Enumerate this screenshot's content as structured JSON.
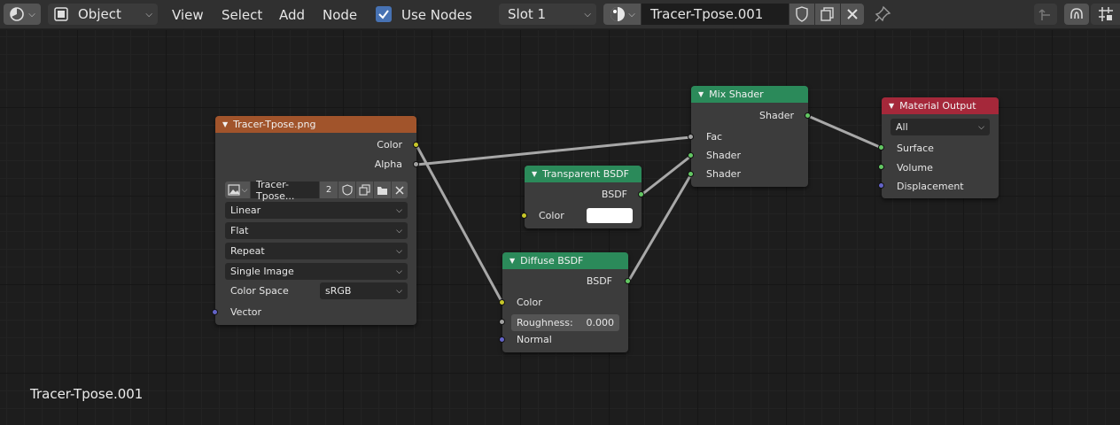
{
  "colors": {
    "image_texture_header": "#a1542b",
    "shader_header": "#2b8a5a",
    "output_header": "#a5283a",
    "socket_color": "#c7c729",
    "socket_shader": "#63c763",
    "socket_vector": "#6363c7",
    "socket_float": "#a1a1a1",
    "link": "#b8b8b8"
  },
  "header": {
    "editor_type_icon": "node-editor-icon",
    "mode_label": "Object",
    "menus": [
      "View",
      "Select",
      "Add",
      "Node"
    ],
    "use_nodes_label": "Use Nodes",
    "use_nodes_checked": true,
    "slot_label": "Slot 1",
    "material_name": "Tracer-Tpose.001"
  },
  "nodes": {
    "image": {
      "title": "Tracer-Tpose.png",
      "out_color": "Color",
      "out_alpha": "Alpha",
      "image_name": "Tracer-Tpose...",
      "users": "2",
      "interpolation": "Linear",
      "projection": "Flat",
      "extension": "Repeat",
      "source": "Single Image",
      "color_space_label": "Color Space",
      "color_space_value": "sRGB",
      "in_vector": "Vector"
    },
    "transparent": {
      "title": "Transparent BSDF",
      "out_bsdf": "BSDF",
      "in_color": "Color",
      "swatch_color": "#ffffff"
    },
    "diffuse": {
      "title": "Diffuse BSDF",
      "out_bsdf": "BSDF",
      "in_color": "Color",
      "roughness_label": "Roughness:",
      "roughness_value": "0.000",
      "in_normal": "Normal"
    },
    "mix": {
      "title": "Mix Shader",
      "out_shader": "Shader",
      "in_fac": "Fac",
      "in_shader1": "Shader",
      "in_shader2": "Shader"
    },
    "output": {
      "title": "Material Output",
      "target": "All",
      "in_surface": "Surface",
      "in_volume": "Volume",
      "in_displacement": "Displacement"
    }
  },
  "overlay": {
    "material_name": "Tracer-Tpose.001"
  }
}
